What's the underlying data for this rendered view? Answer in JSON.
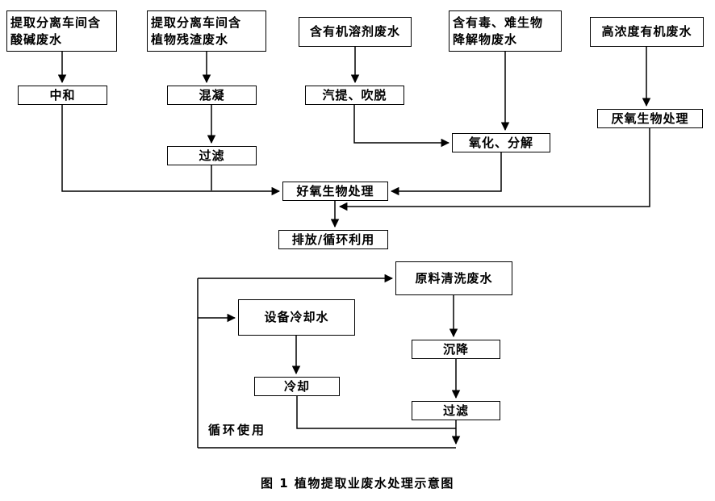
{
  "caption": "图 1  植物提取业废水处理示意图",
  "recycle_label": "循环使用",
  "nodes": {
    "acid_alkali_source": {
      "lines": [
        "提取分离车间含",
        "酸碱废水"
      ]
    },
    "plant_residue_source": {
      "lines": [
        "提取分离车间含",
        "植物残渣废水"
      ]
    },
    "organic_solvent_source": {
      "label": "含有机溶剂废水"
    },
    "toxic_source": {
      "lines": [
        "含有毒、难生物",
        "降解物废水"
      ]
    },
    "high_concentration_source": {
      "label": "高浓度有机废水"
    },
    "neutralization": {
      "label": "中和"
    },
    "coagulation": {
      "label": "混凝"
    },
    "stripping": {
      "label": "汽提、吹脱"
    },
    "anaerobic_treatment": {
      "label": "厌氧生物处理"
    },
    "filtration1": {
      "label": "过滤"
    },
    "oxidation": {
      "label": "氧化、分解"
    },
    "aerobic_treatment": {
      "label": "好氧生物处理"
    },
    "discharge_reuse": {
      "label": "排放/循环利用"
    },
    "raw_material_washing": {
      "label": "原料清洗废水"
    },
    "equipment_cooling_water": {
      "label": "设备冷却水"
    },
    "sedimentation": {
      "label": "沉降"
    },
    "cooling": {
      "label": "冷却"
    },
    "filtration2": {
      "label": "过滤"
    }
  }
}
